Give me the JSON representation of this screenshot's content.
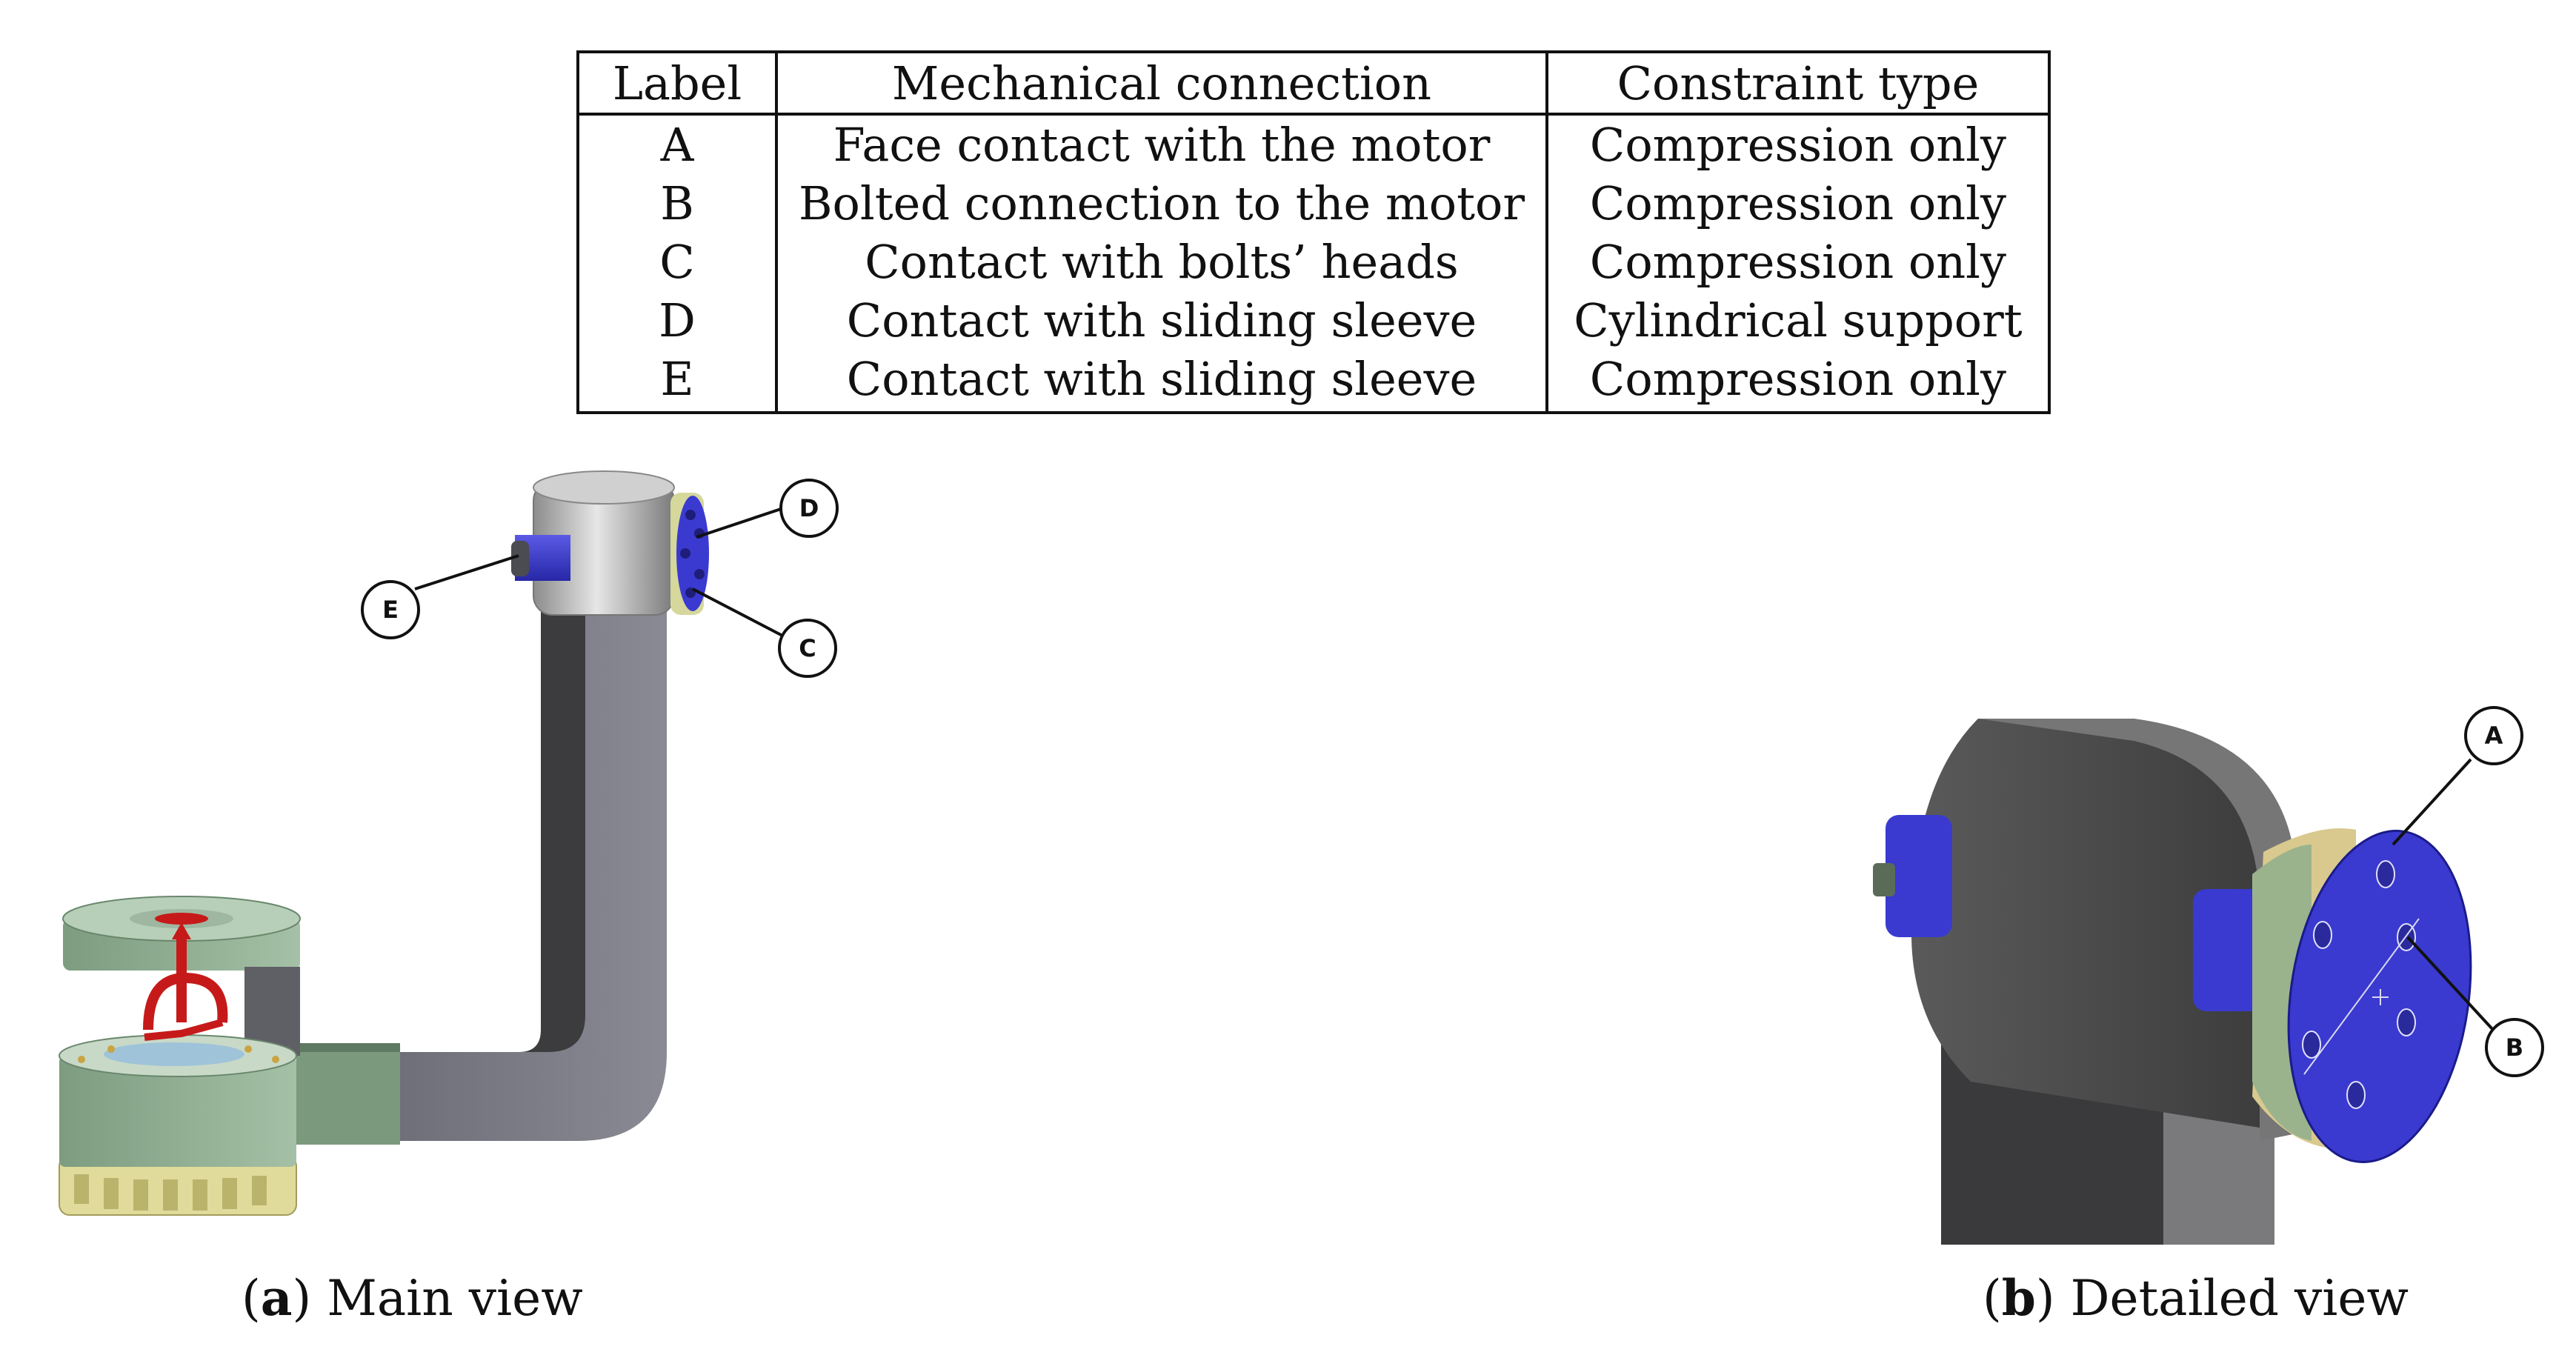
{
  "table": {
    "headers": [
      "Label",
      "Mechanical connection",
      "Constraint type"
    ],
    "rows": [
      [
        "A",
        "Face contact with the motor",
        "Compression only"
      ],
      [
        "B",
        "Bolted connection to the motor",
        "Compression only"
      ],
      [
        "C",
        "Contact with bolts’ heads",
        "Compression only"
      ],
      [
        "D",
        "Contact with sliding sleeve",
        "Cylindrical support"
      ],
      [
        "E",
        "Contact with sliding sleeve",
        "Compression only"
      ]
    ]
  },
  "main_view": {
    "callouts": [
      "D",
      "E",
      "C"
    ],
    "caption": {
      "letter": "a",
      "open": "(",
      "close": ")",
      "text": " Main view"
    }
  },
  "detailed_view": {
    "callouts": [
      "A",
      "B"
    ],
    "caption": {
      "letter": "b",
      "open": "(",
      "close": ")",
      "text": " Detailed view"
    }
  },
  "colors": {
    "arm_grey": "#7b7b85",
    "arm_dark": "#3c3c3f",
    "contact_blue": "#3a3ad0",
    "base_green": "#8fae91",
    "base_yellow": "#e0db9a",
    "load_red": "#c61a1a"
  }
}
